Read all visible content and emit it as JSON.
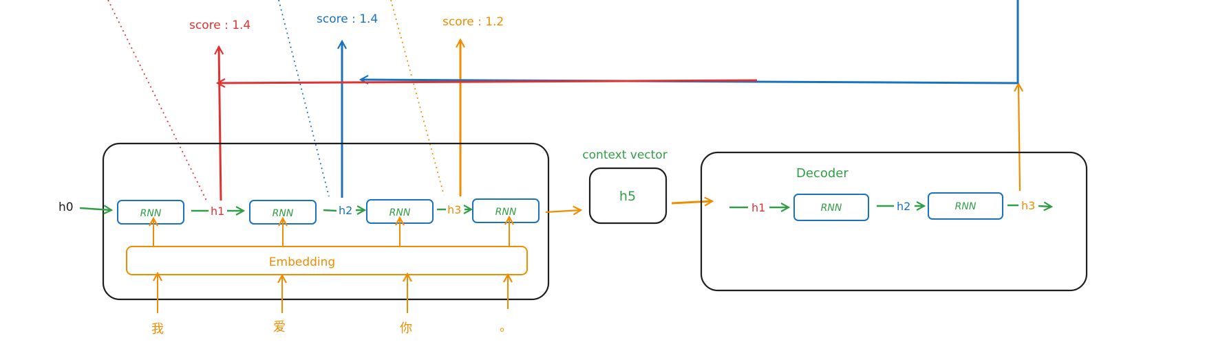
{
  "colors": {
    "red": "#e03131",
    "blue": "#1971c2",
    "orange": "#f08c00",
    "green": "#2f9e44",
    "black": "#1e1e1e"
  },
  "scores": {
    "score1": "score : 1.4",
    "score2": "score : 1.4",
    "score3": "score : 1.2"
  },
  "encoder": {
    "h0": "h0",
    "rnn1": "RNN",
    "rnn2": "RNN",
    "rnn3": "RNN",
    "rnn4": "RNN",
    "h1": "h1",
    "h2": "h2",
    "h3": "h3",
    "embedding": "Embedding",
    "tokens": [
      "我",
      "爱",
      "你",
      "。"
    ]
  },
  "context": {
    "label": "context vector",
    "h5": "h5"
  },
  "decoder": {
    "title": "Decoder",
    "h1": "h1",
    "h2": "h2",
    "h3": "h3",
    "rnn1": "RNN",
    "rnn2": "RNN"
  }
}
